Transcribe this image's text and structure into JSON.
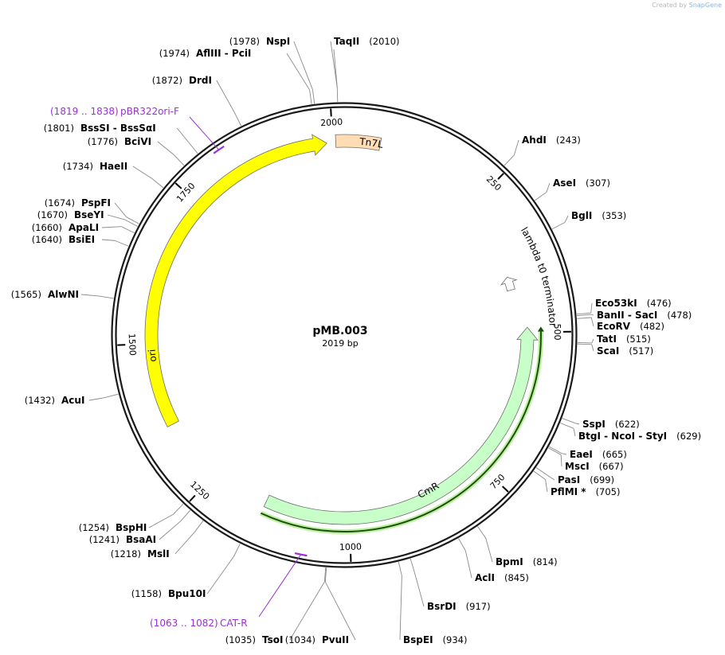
{
  "credit": {
    "prefix": "Created by",
    "brand": "SnapGene"
  },
  "plasmid": {
    "name": "pMB.003",
    "length_label": "2019 bp",
    "length": 2019
  },
  "ticks": [
    {
      "bp": 250,
      "label": "250"
    },
    {
      "bp": 500,
      "label": "500"
    },
    {
      "bp": 750,
      "label": "750"
    },
    {
      "bp": 1000,
      "label": "1000"
    },
    {
      "bp": 1250,
      "label": "1250"
    },
    {
      "bp": 1500,
      "label": "1500"
    },
    {
      "bp": 1750,
      "label": "1750"
    },
    {
      "bp": 2000,
      "label": "2000"
    }
  ],
  "features": [
    {
      "name": "Tn7L",
      "start": 2005,
      "end": 60,
      "strand": 1,
      "color": "#ffdcb4",
      "kind": "box"
    },
    {
      "name": "lambda t0 terminator",
      "start": 395,
      "end": 420,
      "strand": -1,
      "color": "#ffffff",
      "kind": "arrow"
    },
    {
      "name": "CmR",
      "start": 491,
      "end": 1150,
      "strand": -1,
      "color": "#c8ffc8",
      "kind": "arrow"
    },
    {
      "name": "ori",
      "start": 1360,
      "end": 1990,
      "strand": 1,
      "color": "#ffff00",
      "kind": "arrow"
    }
  ],
  "orf": {
    "start": 491,
    "end": 1150
  },
  "primers": [
    {
      "range": "(1819 .. 1838)",
      "name": "pBR322ori-F",
      "bp": 1828
    },
    {
      "range": "(1063 .. 1082)",
      "name": "CAT-R",
      "bp": 1072
    }
  ],
  "sites": [
    {
      "name": "TaqII",
      "pos": "(2010)",
      "bp": 2010
    },
    {
      "name": "NspI",
      "pos": "(1978)",
      "bp": 1978
    },
    {
      "name": "AflIII  -  PciI",
      "pos": "(1974)",
      "bp": 1974
    },
    {
      "name": "DrdI",
      "pos": "(1872)",
      "bp": 1872
    },
    {
      "name": "BssSI  -  BssSαI",
      "pos": "(1801)",
      "bp": 1801
    },
    {
      "name": "BciVI",
      "pos": "(1776)",
      "bp": 1776
    },
    {
      "name": "HaeII",
      "pos": "(1734)",
      "bp": 1734
    },
    {
      "name": "PspFI",
      "pos": "(1674)",
      "bp": 1674
    },
    {
      "name": "BseYI",
      "pos": "(1670)",
      "bp": 1670
    },
    {
      "name": "ApaLI",
      "pos": "(1660)",
      "bp": 1660
    },
    {
      "name": "BsiEI",
      "pos": "(1640)",
      "bp": 1640
    },
    {
      "name": "AlwNI",
      "pos": "(1565)",
      "bp": 1565
    },
    {
      "name": "AcuI",
      "pos": "(1432)",
      "bp": 1432
    },
    {
      "name": "BspHI",
      "pos": "(1254)",
      "bp": 1254
    },
    {
      "name": "BsaAI",
      "pos": "(1241)",
      "bp": 1241
    },
    {
      "name": "MslI",
      "pos": "(1218)",
      "bp": 1218
    },
    {
      "name": "Bpu10I",
      "pos": "(1158)",
      "bp": 1158
    },
    {
      "name": "TsoI",
      "pos": "(1035)",
      "bp": 1035
    },
    {
      "name": "PvuII",
      "pos": "(1034)",
      "bp": 1034
    },
    {
      "name": "BspEI",
      "pos": "(934)",
      "bp": 934
    },
    {
      "name": "BsrDI",
      "pos": "(917)",
      "bp": 917
    },
    {
      "name": "AclI",
      "pos": "(845)",
      "bp": 845
    },
    {
      "name": "BpmI",
      "pos": "(814)",
      "bp": 814
    },
    {
      "name": "PflMI *",
      "pos": "(705)",
      "bp": 705
    },
    {
      "name": "PasI",
      "pos": "(699)",
      "bp": 699
    },
    {
      "name": "MscI",
      "pos": "(667)",
      "bp": 667
    },
    {
      "name": "EaeI",
      "pos": "(665)",
      "bp": 665
    },
    {
      "name": "BtgI  -  NcoI  -  StyI",
      "pos": "(629)",
      "bp": 629
    },
    {
      "name": "SspI",
      "pos": "(622)",
      "bp": 622
    },
    {
      "name": "ScaI",
      "pos": "(517)",
      "bp": 517
    },
    {
      "name": "TatI",
      "pos": "(515)",
      "bp": 515
    },
    {
      "name": "EcoRV",
      "pos": "(482)",
      "bp": 482
    },
    {
      "name": "BanII  -  SacI",
      "pos": "(478)",
      "bp": 478
    },
    {
      "name": "Eco53kI",
      "pos": "(476)",
      "bp": 476
    },
    {
      "name": "BglI",
      "pos": "(353)",
      "bp": 353
    },
    {
      "name": "AseI",
      "pos": "(307)",
      "bp": 307
    },
    {
      "name": "AhdI",
      "pos": "(243)",
      "bp": 243
    }
  ]
}
